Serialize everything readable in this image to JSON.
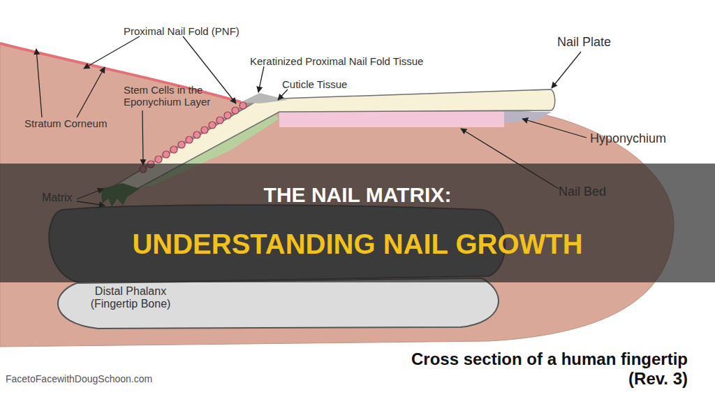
{
  "diagram": {
    "caption": "Cross section of a human fingertip (Rev. 3)",
    "labels": [
      "Proximal Nail Fold (PNF)",
      "Keratinized Proximal Nail Fold Tissue",
      "Stem Cells in the Eponychium Layer",
      "Cuticle Tissue",
      "Nail Plate",
      "Stratum Corneum",
      "Hyponychium",
      "Matrix",
      "Nail Bed",
      "Distal Phalanx (Fingertip Bone)",
      "THE NAIL MATRIX:",
      "UNDERSTANDING NAIL GROWTH",
      "FacetoFacewithDougSchoon.com"
    ]
  }
}
